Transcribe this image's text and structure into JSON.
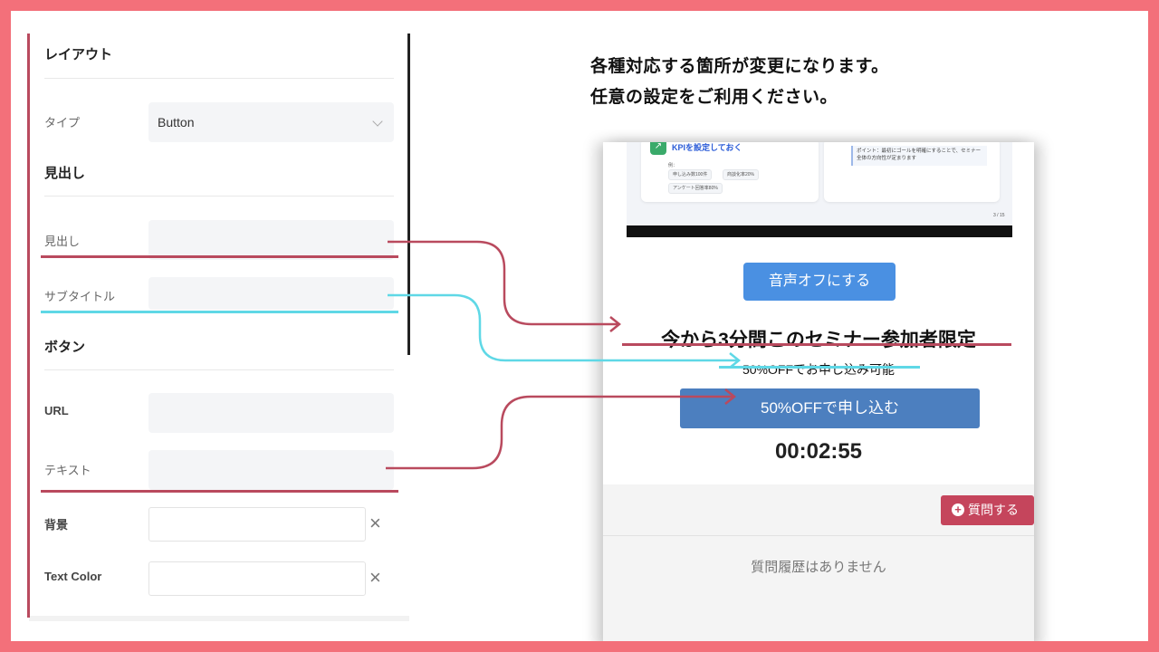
{
  "colors": {
    "frame": "#f3707a",
    "accent_pink": "#b94a5e",
    "accent_cyan": "#5fd8e6",
    "audio_button": "#4a90e2",
    "cta_button": "#4c7fbf",
    "ask_button": "#c5455c"
  },
  "annotation": {
    "line1": "各種対応する箇所が変更になります。",
    "line2": "任意の設定をご利用ください。"
  },
  "panel": {
    "layout_title": "レイアウト",
    "type_label": "タイプ",
    "type_value": "Button",
    "heading_section_title": "見出し",
    "heading_label": "見出し",
    "subtitle_label": "サブタイトル",
    "button_section_title": "ボタン",
    "url_label": "URL",
    "text_label": "テキスト",
    "bg_label": "背景",
    "text_color_label": "Text Color",
    "clear_icon": "×"
  },
  "preview": {
    "slide": {
      "kpi_title": "KPIを設定しておく",
      "example_label": "例：",
      "chip1": "申し込み数100件",
      "chip2": "商談化率20%",
      "chip3": "アンケート回答率80%",
      "tip": "ポイント：最初にゴールを明確にすることで、セミナー全体の方向性が定まります",
      "page": "3 / 15"
    },
    "audio_button": "音声オフにする",
    "headline": "今から3分間このセミナー参加者限定",
    "subtitle": "50%OFFでお申し込み可能",
    "cta_button": "50%OFFで申し込む",
    "timer": "00:02:55",
    "ask_button": "質問する",
    "empty_history": "質問履歴はありません"
  }
}
